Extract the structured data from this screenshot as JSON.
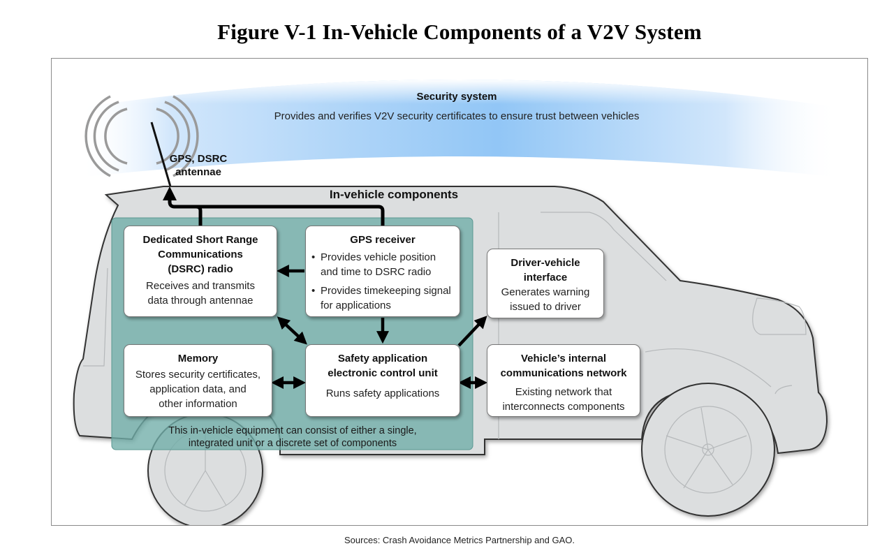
{
  "figure": {
    "title": "Figure V-1 In-Vehicle Components of a V2V System",
    "sources": "Sources: Crash Avoidance Metrics Partnership and GAO."
  },
  "security_system": {
    "title": "Security system",
    "description": "Provides and verifies V2V security certificates to ensure trust between vehicles"
  },
  "antenna": {
    "label_line1": "GPS, DSRC",
    "label_line2": "antennae",
    "icon": "radio-waves-icon"
  },
  "in_vehicle": {
    "title": "In-vehicle components",
    "note_line1": "This in-vehicle equipment can consist of either a single,",
    "note_line2": "integrated unit or a discrete set of components"
  },
  "components": {
    "dsrc": {
      "title_lines": [
        "Dedicated Short Range",
        "Communications",
        "(DSRC) radio"
      ],
      "desc_lines": [
        "Receives and transmits",
        "data through antennae"
      ]
    },
    "gps": {
      "title": "GPS receiver",
      "bullets": [
        "Provides vehicle position and time to DSRC radio",
        "Provides timekeeping signal for applications"
      ]
    },
    "dvi": {
      "title_lines": [
        "Driver-vehicle",
        "interface"
      ],
      "desc_lines": [
        "Generates warning",
        "issued to driver"
      ]
    },
    "memory": {
      "title": "Memory",
      "desc_lines": [
        "Stores security certificates,",
        "application data, and",
        "other information"
      ]
    },
    "safety_ecu": {
      "title_lines": [
        "Safety application",
        "electronic control unit"
      ],
      "desc": "Runs safety applications"
    },
    "network": {
      "title_lines": [
        "Vehicle’s internal",
        "communications network"
      ],
      "desc_lines": [
        "Existing network that",
        "interconnects components"
      ]
    }
  },
  "connections": [
    {
      "from": "gps",
      "to": "dsrc",
      "type": "one-way"
    },
    {
      "from": "gps",
      "to": "safety_ecu",
      "type": "one-way"
    },
    {
      "from": "dsrc",
      "to": "safety_ecu",
      "type": "two-way"
    },
    {
      "from": "memory",
      "to": "safety_ecu",
      "type": "two-way"
    },
    {
      "from": "safety_ecu",
      "to": "network",
      "type": "two-way"
    },
    {
      "from": "safety_ecu",
      "to": "dvi",
      "type": "one-way"
    },
    {
      "from": "dsrc",
      "to": "antenna",
      "type": "one-way"
    },
    {
      "from": "gps",
      "to": "antenna",
      "type": "one-way"
    }
  ],
  "colors": {
    "sky_band": "#9fcbf5",
    "car_body": "#dcdedf",
    "component_panel": "#7fb7b2",
    "box_fill": "#ffffff",
    "arrow": "#000000"
  }
}
